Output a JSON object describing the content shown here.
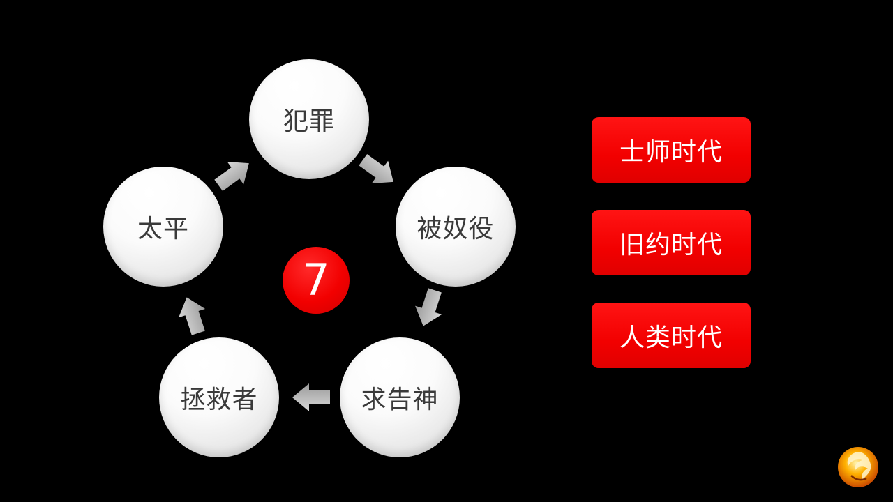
{
  "cycle": {
    "center_number": "7",
    "nodes": [
      {
        "label": "犯罪"
      },
      {
        "label": "被奴役"
      },
      {
        "label": "求告神"
      },
      {
        "label": "拯救者"
      },
      {
        "label": "太平"
      }
    ]
  },
  "eras": [
    {
      "label": "士师时代"
    },
    {
      "label": "旧约时代"
    },
    {
      "label": "人类时代"
    }
  ],
  "colors": {
    "background": "#000000",
    "node_fill": "#ffffff",
    "node_text": "#3a3a3a",
    "arrow": "#bdbdbd",
    "accent_red": "#f20000",
    "era_text": "#ffffff"
  },
  "icons": {
    "arrow": "right-arrow-icon",
    "logo": "phoenix-logo"
  }
}
